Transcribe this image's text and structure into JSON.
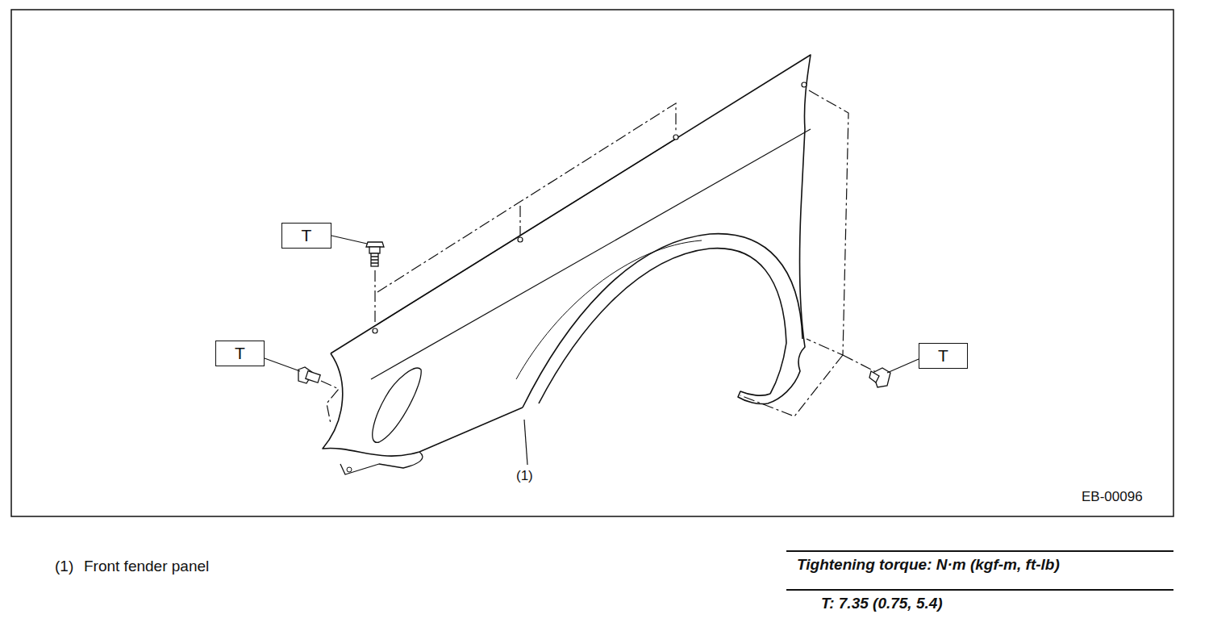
{
  "diagram": {
    "nodes": [
      {
        "text": [
          "T"
        ]
      },
      {
        "text": [
          "T"
        ]
      },
      {
        "text": [
          "T"
        ]
      }
    ],
    "labels": [
      "(1)",
      "EB-00096",
      "(1)",
      "Front fender panel",
      "Tightening torque: N·m (kgf-m, ft-lb)",
      "T: 7.35 (0.75, 5.4)"
    ]
  }
}
